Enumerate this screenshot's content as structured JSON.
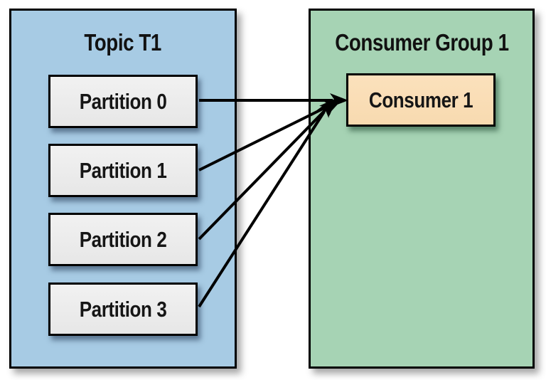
{
  "figure": {
    "topic": {
      "title": "Topic T1",
      "partitions": [
        {
          "label": "Partition 0"
        },
        {
          "label": "Partition 1"
        },
        {
          "label": "Partition 2"
        },
        {
          "label": "Partition 3"
        }
      ]
    },
    "consumer_group": {
      "title": "Consumer Group 1",
      "consumers": [
        {
          "label": "Consumer 1"
        }
      ]
    },
    "connections": [
      {
        "from": "Partition 0",
        "to": "Consumer 1"
      },
      {
        "from": "Partition 1",
        "to": "Consumer 1"
      },
      {
        "from": "Partition 2",
        "to": "Consumer 1"
      },
      {
        "from": "Partition 3",
        "to": "Consumer 1"
      }
    ],
    "colors": {
      "topic_fill": "#a7cbe4",
      "consumer_group_fill": "#a6d3b4",
      "partition_fill": "#e7e7e7",
      "consumer_fill": "#f8dab0",
      "line": "#000000"
    }
  }
}
